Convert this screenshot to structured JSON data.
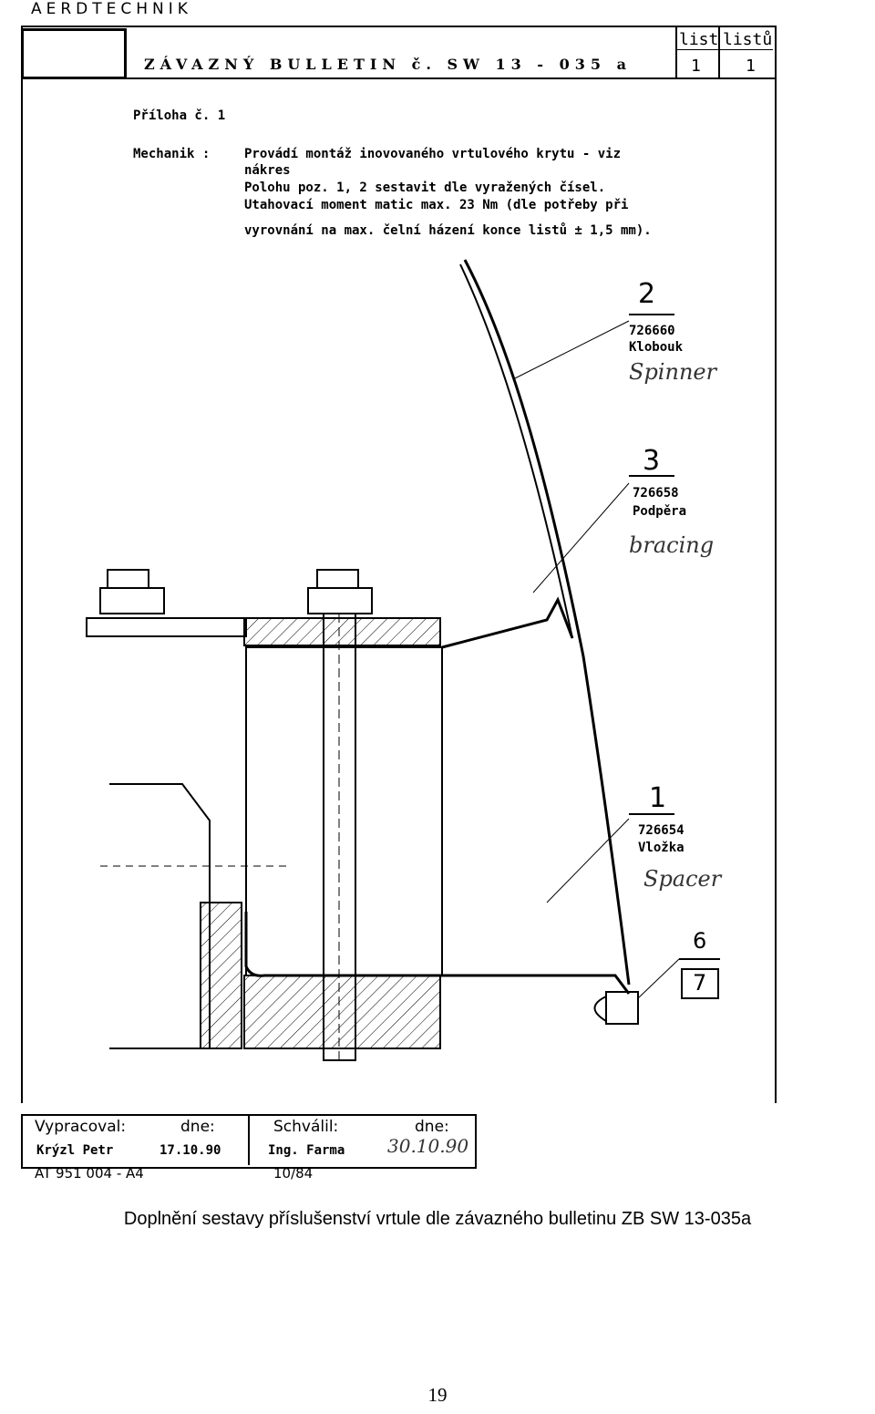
{
  "header": {
    "company": "AERDTECHNIK",
    "title": "ZÁVAZNÝ BULLETIN č. SW 13 - 035 a",
    "list_label": "list",
    "listu_label": "listů",
    "list_value": "1",
    "listu_value": "1"
  },
  "annex": "Příloha č. 1",
  "mechanic": {
    "label": "Mechanik :",
    "lines": [
      "Provádí montáž inovovaného vrtulového krytu - viz",
      "nákres",
      "Polohu poz. 1, 2 sestavit dle vyražených čísel.",
      "Utahovací moment matic max. 23 Nm (dle potřeby při",
      "vyrovnání na max. čelní házení konce listů ± 1,5 mm)."
    ]
  },
  "parts": [
    {
      "number": "2",
      "code": "726660",
      "name": "Klobouk",
      "handwritten": "Spinner"
    },
    {
      "number": "3",
      "code": "726658",
      "name": "Podpěra",
      "handwritten": "bracing"
    },
    {
      "number": "1",
      "code": "726654",
      "name": "Vložka",
      "handwritten": "Spacer"
    }
  ],
  "side_parts": [
    "6",
    "7"
  ],
  "footer": {
    "prepared_label": "Vypracoval:",
    "prepared_date_label": "dne:",
    "prepared_name": "Krýzl Petr",
    "prepared_date": "17.10.90",
    "approved_label": "Schválil:",
    "approved_date_label": "dne:",
    "approved_name": "Ing. Farma",
    "approved_date": "30.10.90",
    "form_code": "AT 951 004 - A4",
    "form_rev": "10/84"
  },
  "caption": "Doplnění sestavy příslušenství vrtule dle závazného bulletinu ZB SW 13-035a",
  "page_number": "19"
}
